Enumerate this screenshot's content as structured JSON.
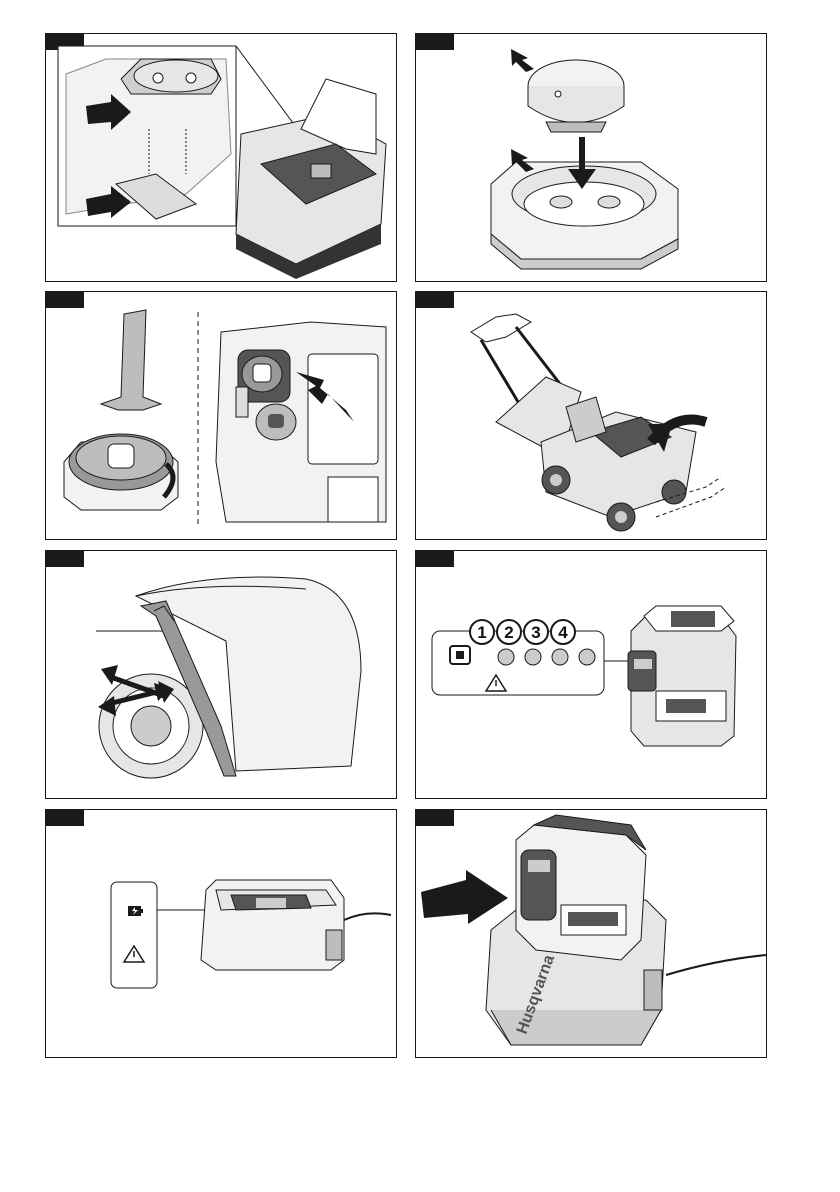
{
  "figures": [
    {
      "id": "fig-1",
      "tab_label": ""
    },
    {
      "id": "fig-2",
      "tab_label": ""
    },
    {
      "id": "fig-3",
      "tab_label": ""
    },
    {
      "id": "fig-4",
      "tab_label": ""
    },
    {
      "id": "fig-5",
      "tab_label": ""
    },
    {
      "id": "fig-6",
      "tab_label": ""
    },
    {
      "id": "fig-7",
      "tab_label": ""
    },
    {
      "id": "fig-8",
      "tab_label": ""
    }
  ],
  "battery_indicator": {
    "led_labels": [
      "1",
      "2",
      "3",
      "4"
    ]
  },
  "charger": {
    "brand_text": "Husqvarna"
  },
  "colors": {
    "line": "#1a1a1a",
    "fill_light": "#e6e6e6",
    "fill_mid": "#bdbdbd",
    "fill_dark": "#555555"
  }
}
